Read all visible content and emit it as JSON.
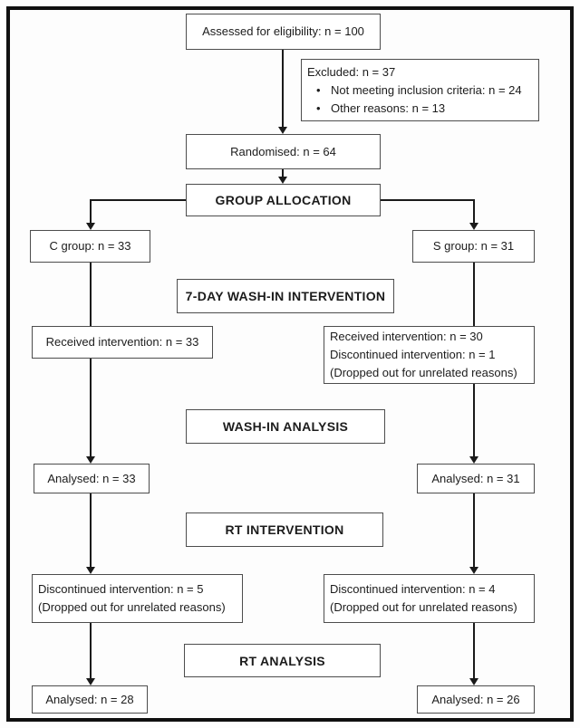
{
  "diagram": {
    "title_hint": "CONSORT-style participant flow diagram",
    "assessed": "Assessed for eligibility: n = 100",
    "excluded": {
      "title": "Excluded: n = 37",
      "bullets": [
        "Not meeting inclusion criteria: n = 24",
        "Other reasons: n = 13"
      ]
    },
    "randomised": "Randomised: n = 64",
    "group_allocation": "GROUP ALLOCATION",
    "c_group": "C group: n = 33",
    "s_group": "S group: n = 31",
    "washin_intervention": "7-DAY WASH-IN INTERVENTION",
    "received_c": "Received intervention: n = 33",
    "received_s": {
      "lines": [
        "Received intervention: n = 30",
        "Discontinued intervention: n = 1",
        "(Dropped out for unrelated reasons)"
      ]
    },
    "washin_analysis": "WASH-IN ANALYSIS",
    "analysed_washin_c": "Analysed: n = 33",
    "analysed_washin_s": "Analysed: n = 31",
    "rt_intervention": "RT INTERVENTION",
    "discontinued_c": {
      "lines": [
        "Discontinued intervention: n = 5",
        "(Dropped out for unrelated reasons)"
      ]
    },
    "discontinued_s": {
      "lines": [
        "Discontinued intervention: n = 4",
        "(Dropped out for unrelated reasons)"
      ]
    },
    "rt_analysis": "RT ANALYSIS",
    "analysed_rt_c": "Analysed: n = 28",
    "analysed_rt_s": "Analysed: n = 26"
  },
  "colors": {
    "background": "#fdfdfd",
    "box_fill": "#ffffff",
    "box_border": "#4d4d4d",
    "outer_border": "#101010",
    "line": "#1a1a1a",
    "text": "#1c1c1c"
  }
}
